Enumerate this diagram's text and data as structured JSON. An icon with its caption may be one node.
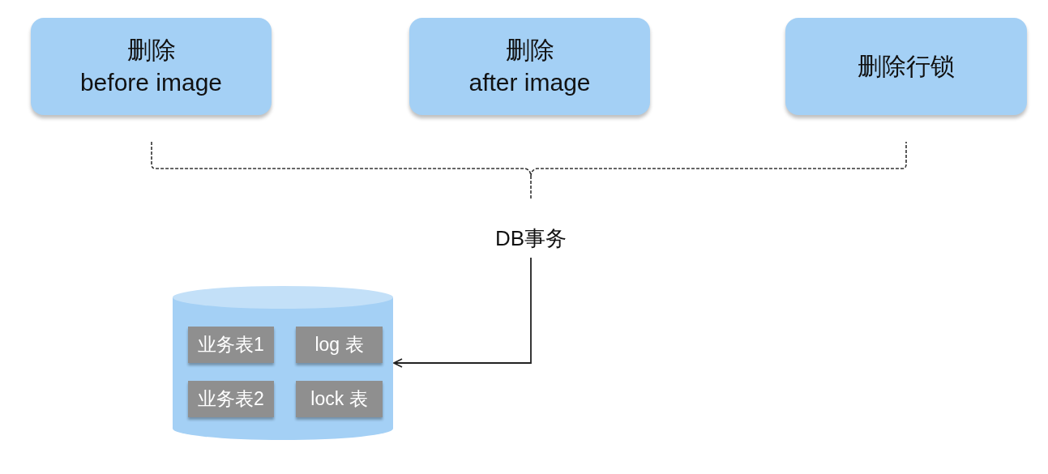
{
  "diagram": {
    "nodes": [
      {
        "text": [
          "删除",
          "before image"
        ]
      },
      {
        "text": [
          "删除",
          "after image"
        ]
      },
      {
        "text": [
          "删除行锁"
        ]
      },
      {
        "text": [
          "DB事务"
        ]
      },
      {
        "text": [],
        "shape": "cylinder"
      },
      {
        "text": [
          "业务表1"
        ],
        "in": 4
      },
      {
        "text": [
          "log 表"
        ],
        "in": 4
      },
      {
        "text": [
          "业务表2"
        ],
        "in": 4
      },
      {
        "text": [
          "lock 表"
        ],
        "in": 4
      }
    ],
    "edges": [
      {
        "from": 3,
        "to": 4,
        "arrow": "to"
      }
    ]
  }
}
